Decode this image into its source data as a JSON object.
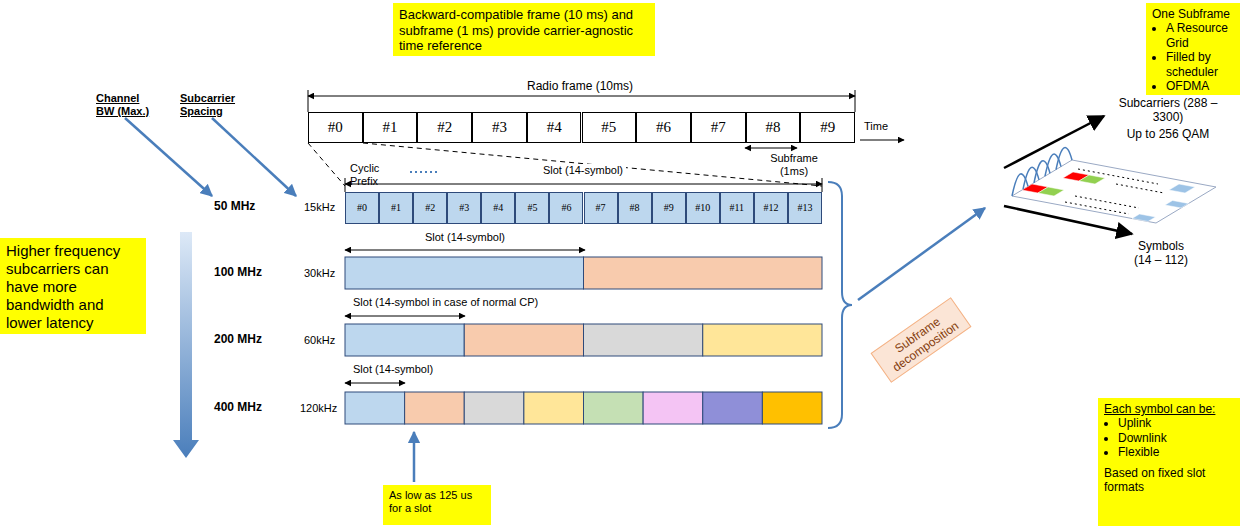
{
  "diagram": {
    "nodes": [
      {
        "text": [
          "Backward-compatible frame (10 ms) and subframe (1 ms) provide carrier-agnostic time reference"
        ]
      },
      {
        "text": [
          "Higher frequency subcarriers can have more bandwidth and lower latency"
        ]
      },
      {
        "text": [
          "As low as 125 us for a slot"
        ]
      },
      {
        "text": [
          "Subframe decomposition"
        ]
      },
      {
        "text": [
          "One Subframe",
          "A Resource Grid",
          "Filled by scheduler",
          "OFDMA"
        ]
      },
      {
        "text": [
          "Each symbol can be:",
          "Uplink",
          "Downlink",
          "Flexible",
          "Based on fixed slot formats"
        ]
      },
      {
        "text": [
          "#0"
        ]
      },
      {
        "text": [
          "#1"
        ]
      },
      {
        "text": [
          "#2"
        ]
      },
      {
        "text": [
          "#3"
        ]
      },
      {
        "text": [
          "#4"
        ]
      },
      {
        "text": [
          "#5"
        ]
      },
      {
        "text": [
          "#6"
        ]
      },
      {
        "text": [
          "#7"
        ]
      },
      {
        "text": [
          "#8"
        ]
      },
      {
        "text": [
          "#9"
        ]
      },
      {
        "text": [
          "#0"
        ]
      },
      {
        "text": [
          "#1"
        ]
      },
      {
        "text": [
          "#2"
        ]
      },
      {
        "text": [
          "#3"
        ]
      },
      {
        "text": [
          "#4"
        ]
      },
      {
        "text": [
          "#5"
        ]
      },
      {
        "text": [
          "#6"
        ]
      },
      {
        "text": [
          "#7"
        ]
      },
      {
        "text": [
          "#8"
        ]
      },
      {
        "text": [
          "#9"
        ]
      },
      {
        "text": [
          "#10"
        ]
      },
      {
        "text": [
          "#11"
        ]
      },
      {
        "text": [
          "#12"
        ]
      },
      {
        "text": [
          "#13"
        ]
      }
    ],
    "labels": [
      "Channel BW (Max.)",
      "Subcarrier Spacing",
      "Radio frame (10ms)",
      "Time",
      "Subframe (1ms)",
      "Cyclic Prefix",
      "Slot (14-symbol)",
      "Slot (14-symbol)",
      "Slot (14-symbol in case of normal CP)",
      "Slot (14-symbol)",
      "50 MHz",
      "15kHz",
      "100 MHz",
      "30kHz",
      "200 MHz",
      "60kHz",
      "400 MHz",
      "120kHz",
      "Subcarriers (288 – 3300)",
      "Up to 256 QAM",
      "Symbols (14 – 112)"
    ]
  }
}
